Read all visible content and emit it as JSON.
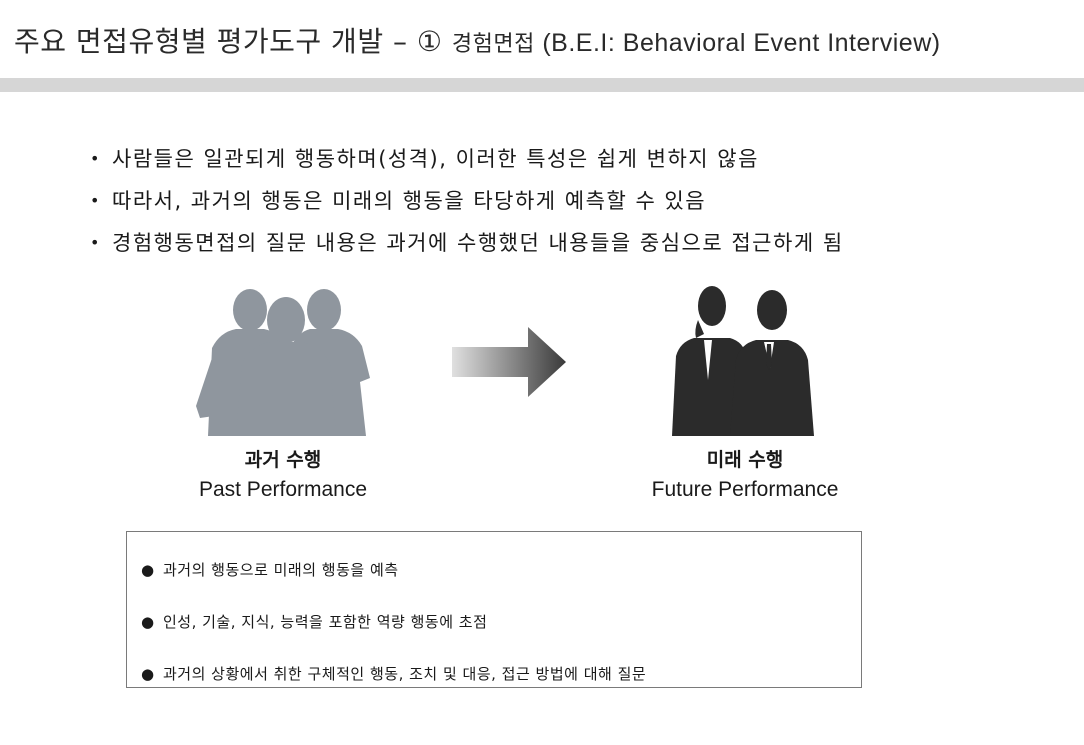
{
  "header": {
    "title_main": "주요 면접유형별 평가도구 개발 – ① ",
    "title_sub_ko": "경험면접 ",
    "title_sub_en": "(B.E.I: Behavioral Event Interview)"
  },
  "bullets": [
    "사람들은 일관되게 행동하며(성격), 이러한 특성은 쉽게 변하지 않음",
    "따라서, 과거의 행동은 미래의 행동을 타당하게 예측할 수 있음",
    "경험행동면접의 질문 내용은 과거에 수행했던 내용들을 중심으로 접근하게 됨"
  ],
  "past": {
    "label_ko": "과거 수행",
    "label_en": "Past Performance"
  },
  "future": {
    "label_ko": "미래 수행",
    "label_en": "Future Performance"
  },
  "summary_items": [
    "과거의 행동으로 미래의 행동을 예측",
    "인성, 기술, 지식, 능력을 포함한 역량 행동에 초점",
    "과거의 상황에서 취한 구체적인 행동, 조치 및  대응, 접근 방법에 대해 질문"
  ],
  "colors": {
    "past_silhouette": "#8f969e",
    "future_silhouette": "#2b2b2b",
    "arrow_dark": "#3a3a3a",
    "arrow_light": "#e0e0e0",
    "rule": "#d6d6d6"
  },
  "icons": {
    "past": "people-silhouette-icon",
    "future": "business-people-icon",
    "arrow": "right-arrow-icon"
  }
}
